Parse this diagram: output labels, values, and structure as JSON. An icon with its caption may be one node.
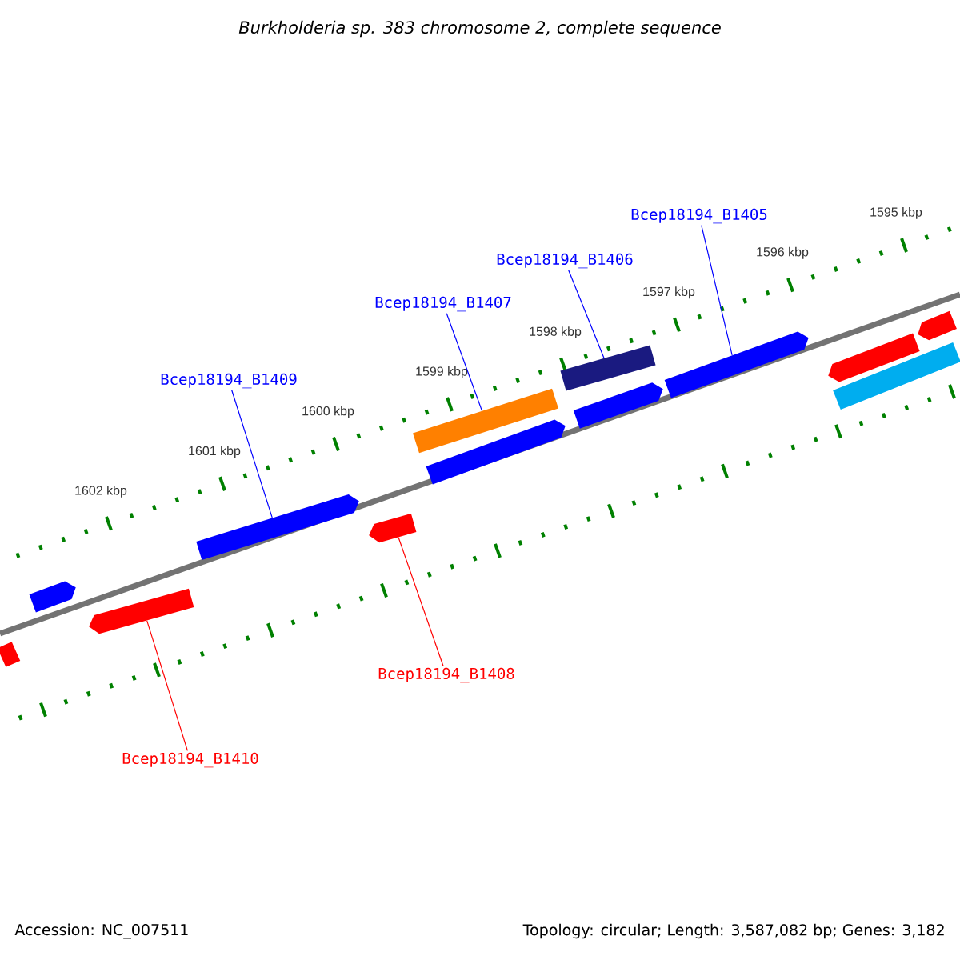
{
  "diagram": {
    "title": "Burkholderia sp. 383 chromosome 2, complete sequence",
    "nodes": [
      {
        "text": [
          "Bcep18194_B1405"
        ]
      },
      {
        "text": [
          "Bcep18194_B1406"
        ]
      },
      {
        "text": [
          "Bcep18194_B1407"
        ]
      },
      {
        "text": [
          "Bcep18194_B1409"
        ]
      },
      {
        "text": [
          "Bcep18194_B1408"
        ]
      },
      {
        "text": [
          "Bcep18194_B1410"
        ]
      },
      {
        "text": [],
        "shape": "bar"
      },
      {
        "text": [],
        "shape": "arrow"
      },
      {
        "text": [],
        "shape": "arrow"
      },
      {
        "text": [],
        "shape": "arrow"
      },
      {
        "text": [],
        "shape": "arrow"
      },
      {
        "text": [],
        "shape": "bar"
      },
      {
        "text": [],
        "shape": "arrow"
      },
      {
        "text": [],
        "shape": "bar"
      },
      {
        "text": [],
        "shape": "arrow"
      },
      {
        "text": [],
        "shape": "arrow"
      },
      {
        "text": [],
        "shape": "arrow"
      },
      {
        "text": [],
        "shape": "bar"
      },
      {
        "text": [],
        "shape": "arrow"
      }
    ],
    "edges": [
      {
        "from": 0,
        "to": 15,
        "arrow": "none"
      },
      {
        "from": 1,
        "to": 13,
        "arrow": "none"
      },
      {
        "from": 2,
        "to": 11,
        "arrow": "none"
      },
      {
        "from": 3,
        "to": 9,
        "arrow": "none"
      },
      {
        "from": 4,
        "to": 10,
        "arrow": "none",
        "color": "#ff0000"
      },
      {
        "from": 5,
        "to": 8,
        "arrow": "none",
        "color": "#ff0000"
      }
    ],
    "labels": [
      "1595 kbp",
      "1596 kbp",
      "1597 kbp",
      "1598 kbp",
      "1599 kbp",
      "1600 kbp",
      "1601 kbp",
      "1602 kbp",
      "Accession: NC_007511",
      "Topology: circular; Length: 3,587,082 bp; Genes: 3,182"
    ]
  }
}
